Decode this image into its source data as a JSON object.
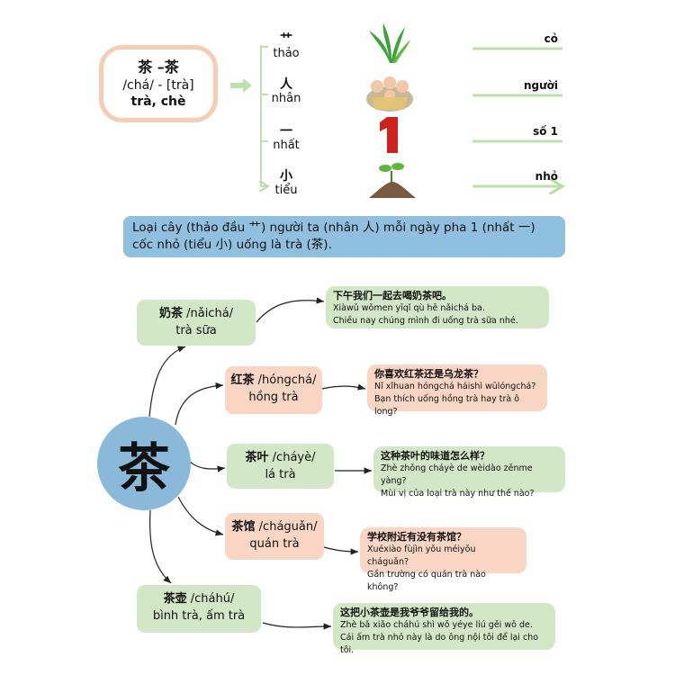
{
  "main": {
    "hanzi": "茶 –茶",
    "pinyin": "/chá/ - [trà]",
    "meaning": "trà, chè"
  },
  "components": [
    {
      "radical": "艹",
      "name": "thảo",
      "meaning": "cỏ",
      "image": "grass-image"
    },
    {
      "radical": "人",
      "name": "nhân",
      "meaning": "người",
      "image": "people-image"
    },
    {
      "radical": "一",
      "name": "nhất",
      "meaning": "số 1",
      "image": "number-one-image"
    },
    {
      "radical": "小",
      "name": "tiểu",
      "meaning": "nhỏ",
      "image": "sprout-image"
    }
  ],
  "mnemonic": {
    "line1": "Loại cây (thảo đầu 艹) người ta (nhân 人) mỗi ngày pha 1 (nhất 一)",
    "line2": "cốc nhỏ (tiểu 小) uống là trà (茶)."
  },
  "center": "茶",
  "words": [
    {
      "hanzi": "奶茶",
      "pinyin": "/nǎichá/",
      "meaning": "trà sữa",
      "color": "#d2e7c5",
      "example_zh": "下午我们一起去喝奶茶吧。",
      "example_py": "Xiàwǔ wǒmen yīqǐ qù hē nǎichá ba.",
      "example_vi": "Chiều nay chúng mình đi uống trà sữa nhé."
    },
    {
      "hanzi": "红茶",
      "pinyin": "/hóngchá/",
      "meaning": "hồng trà",
      "color": "#f9d6c3",
      "example_zh": "你喜欢红茶还是乌龙茶？",
      "example_py": "Nǐ xǐhuan hóngchá háishì wūlóngchá?",
      "example_vi": "Bạn thích uống hồng trà hay trà ô long?"
    },
    {
      "hanzi": "茶叶",
      "pinyin": "/cháyè/",
      "meaning": "lá trà",
      "color": "#d2e7c5",
      "example_zh": "这种茶叶的味道怎么样？",
      "example_py": "Zhè zhǒng cháyè de wèidào zěnme yàng?",
      "example_vi": "Mùi vị của loại trà này như thế nào?"
    },
    {
      "hanzi": "茶馆",
      "pinyin": "/cháguǎn/",
      "meaning": "quán trà",
      "color": "#f9d6c3",
      "example_zh": "学校附近有没有茶馆？",
      "example_py": "Xuéxiào fùjìn yǒu méiyǒu cháguǎn?",
      "example_vi": "Gần trường có quán trà nào không?"
    },
    {
      "hanzi": "茶壶",
      "pinyin": "/cháhú/",
      "meaning": "bình trà, ấm trà",
      "color": "#d2e7c5",
      "example_zh": "这把小茶壶是我爷爷留给我的。",
      "example_py": "Zhè bǎ xiǎo cháhú shì wǒ yéye liú gěi wǒ de.",
      "example_vi": "Cái ấm trà nhỏ này là do ông nội tôi để lại cho tôi."
    }
  ]
}
